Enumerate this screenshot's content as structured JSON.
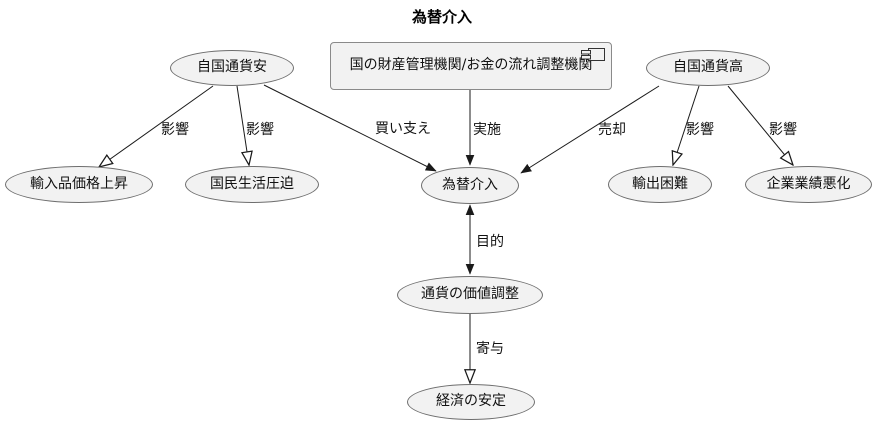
{
  "title": "為替介入",
  "colors": {
    "background": "#ffffff",
    "node_fill": "#f2f2f2",
    "node_border": "#6e6e6e",
    "edge_line": "#1a1a1a",
    "text": "#111111"
  },
  "nodes": {
    "currency_weak": "自国通貨安",
    "agency": "国の財産管理機関/お金の流れ調整機関",
    "currency_strong": "自国通貨高",
    "import_price_rise": "輸入品価格上昇",
    "livelihood_pressure": "国民生活圧迫",
    "intervention": "為替介入",
    "export_difficulty": "輸出困難",
    "corporate_decline": "企業業績悪化",
    "value_adjustment": "通貨の価値調整",
    "economic_stability": "経済の安定"
  },
  "edge_labels": {
    "weak_to_import": "影響",
    "weak_to_livelihood": "影響",
    "weak_to_intervention": "買い支え",
    "agency_to_intervention": "実施",
    "strong_to_intervention": "売却",
    "strong_to_export": "影響",
    "strong_to_corporate": "影響",
    "intervention_to_adjustment": "目的",
    "adjustment_to_stability": "寄与"
  },
  "icons": {
    "component": "uml-component-icon"
  }
}
